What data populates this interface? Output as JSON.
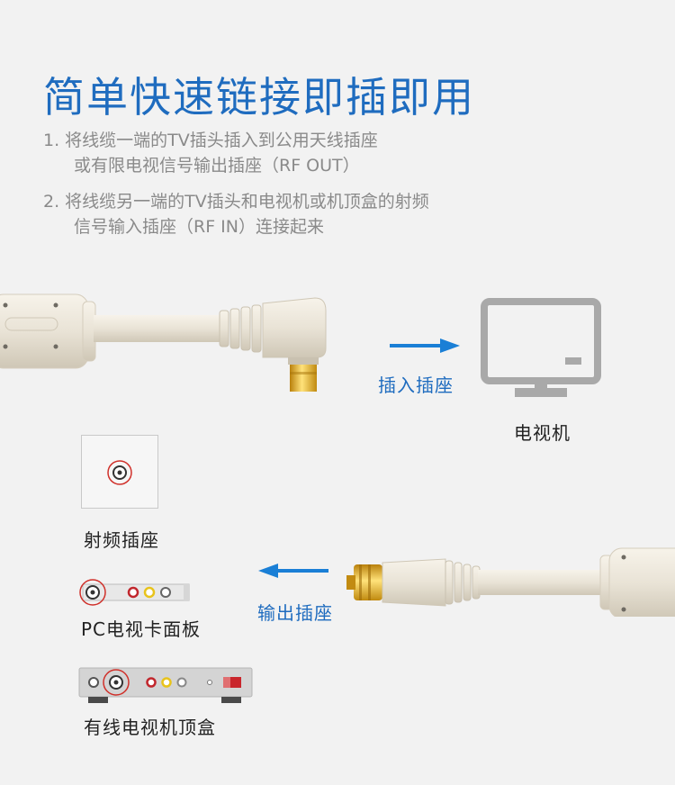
{
  "title": "简单快速链接即插即用",
  "steps": [
    {
      "line1": "1. 将线缆一端的TV插头插入到公用天线插座",
      "line2": "或有限电视信号输出插座（RF OUT）"
    },
    {
      "line1": "2. 将线缆另一端的TV插头和电视机或机顶盒的射频",
      "line2": "信号输入插座（RF IN）连接起来"
    }
  ],
  "labels": {
    "insert_socket": "插入插座",
    "tv": "电视机",
    "rf_socket": "射频插座",
    "output_socket": "输出插座",
    "pc_tv_card": "PC电视卡面板",
    "set_top_box": "有线电视机顶盒"
  },
  "colors": {
    "title_blue": "#1f6cbf",
    "arrow_blue": "#1a7fd6",
    "cable_ivory": "#ece7dc",
    "connector_gold": "#d9a21b",
    "tv_icon_gray": "#a9a9a9",
    "highlight_red": "#d0302a"
  },
  "icons": {
    "tv": "tv-monitor-icon",
    "arrow_right": "arrow-right-icon",
    "arrow_left": "arrow-left-icon"
  }
}
